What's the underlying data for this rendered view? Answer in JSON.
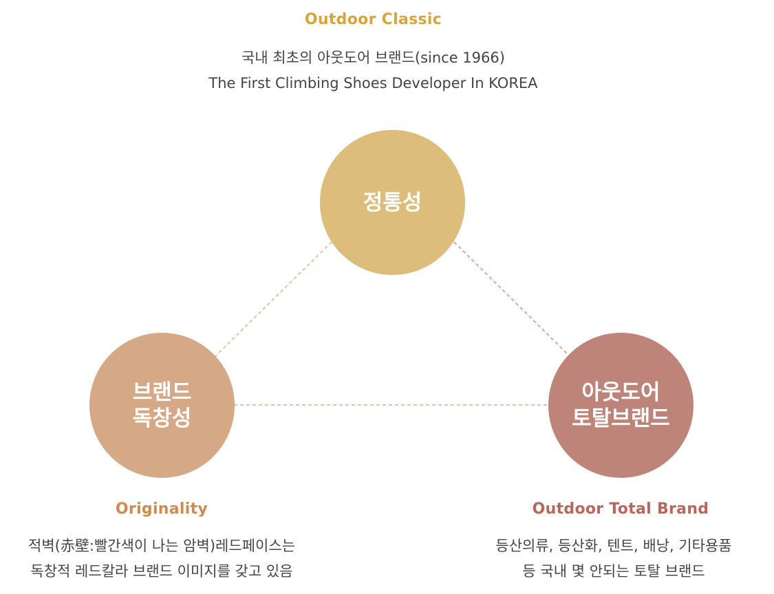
{
  "top": {
    "heading": "Outdoor Classic",
    "line1": "국내 최초의 아웃도어 브랜드(since 1966)",
    "line2": "The First Climbing Shoes Developer In KOREA"
  },
  "circles": {
    "top": {
      "label": "정통성",
      "color": "#dcbd7c"
    },
    "left": {
      "line1": "브랜드",
      "line2": "독창성",
      "color": "#d5a985"
    },
    "right": {
      "line1": "아웃도어",
      "line2": "토탈브랜드",
      "color": "#bf8479"
    }
  },
  "left_caption": {
    "heading": "Originality",
    "heading_color": "#d08a4e",
    "line1": "적벽(赤壁:빨간색이 나는 암벽)레드페이스는",
    "line2": "독창적 레드칼라 브랜드 이미지를 갖고 있음"
  },
  "right_caption": {
    "heading": "Outdoor Total Brand",
    "heading_color": "#b9675b",
    "line1": "등산의류, 등산화, 텐트, 배낭, 기타용품",
    "line2": "등 국내 몇 안되는 토탈 브랜드"
  },
  "colors": {
    "top_heading": "#d9a53a",
    "connector_top_left": "#e5c49a",
    "connector_top_right": "#dca697",
    "connector_bottom": "#e3c0a8"
  }
}
